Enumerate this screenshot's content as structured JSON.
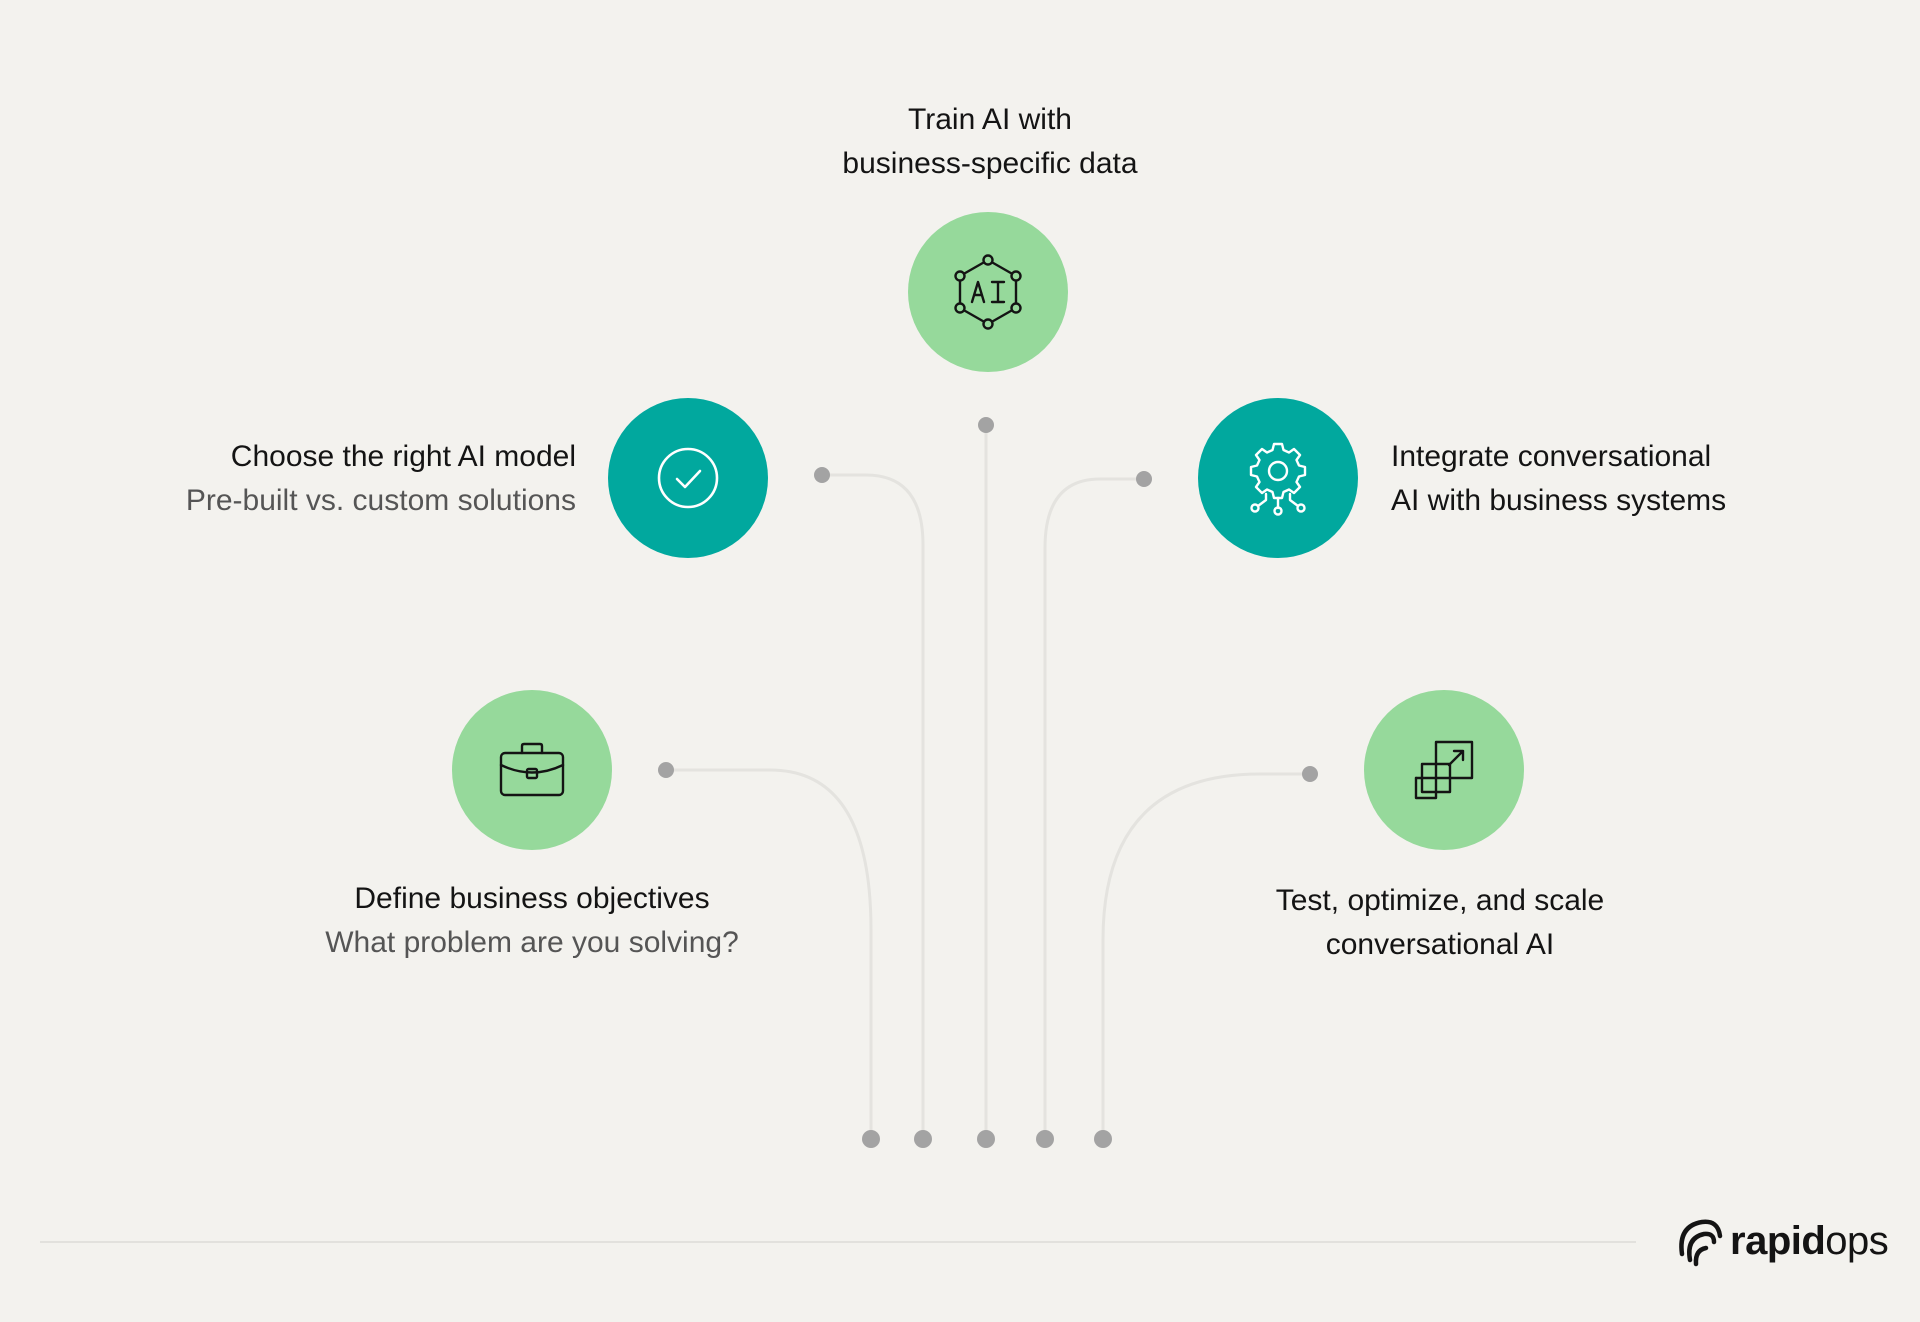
{
  "colors": {
    "background": "#f3f2ee",
    "light_green": "#96d99b",
    "teal": "#01a89e",
    "connector_line": "#e4e3df",
    "connector_dot": "#a3a3a3"
  },
  "steps": [
    {
      "id": "define-business-objectives",
      "title": "Define business objectives",
      "subtitle": "What problem are you solving?",
      "icon": "briefcase-icon",
      "circle_color": "light_green"
    },
    {
      "id": "choose-ai-model",
      "title": "Choose the right AI model",
      "subtitle": "Pre-built vs. custom solutions",
      "icon": "check-circle-icon",
      "circle_color": "teal"
    },
    {
      "id": "train-ai",
      "title_lines": [
        "Train AI with",
        "business-specific data"
      ],
      "icon": "ai-hexagon-icon",
      "circle_color": "light_green"
    },
    {
      "id": "integrate-ai",
      "title_lines": [
        "Integrate conversational",
        "AI with business systems"
      ],
      "icon": "gear-network-icon",
      "circle_color": "teal"
    },
    {
      "id": "test-optimize-scale",
      "title_lines": [
        "Test, optimize, and scale",
        "conversational AI"
      ],
      "icon": "scale-up-icon",
      "circle_color": "light_green"
    }
  ],
  "brand": {
    "name_bold": "rapid",
    "name_light": "ops",
    "icon": "rapidops-logo-icon"
  }
}
